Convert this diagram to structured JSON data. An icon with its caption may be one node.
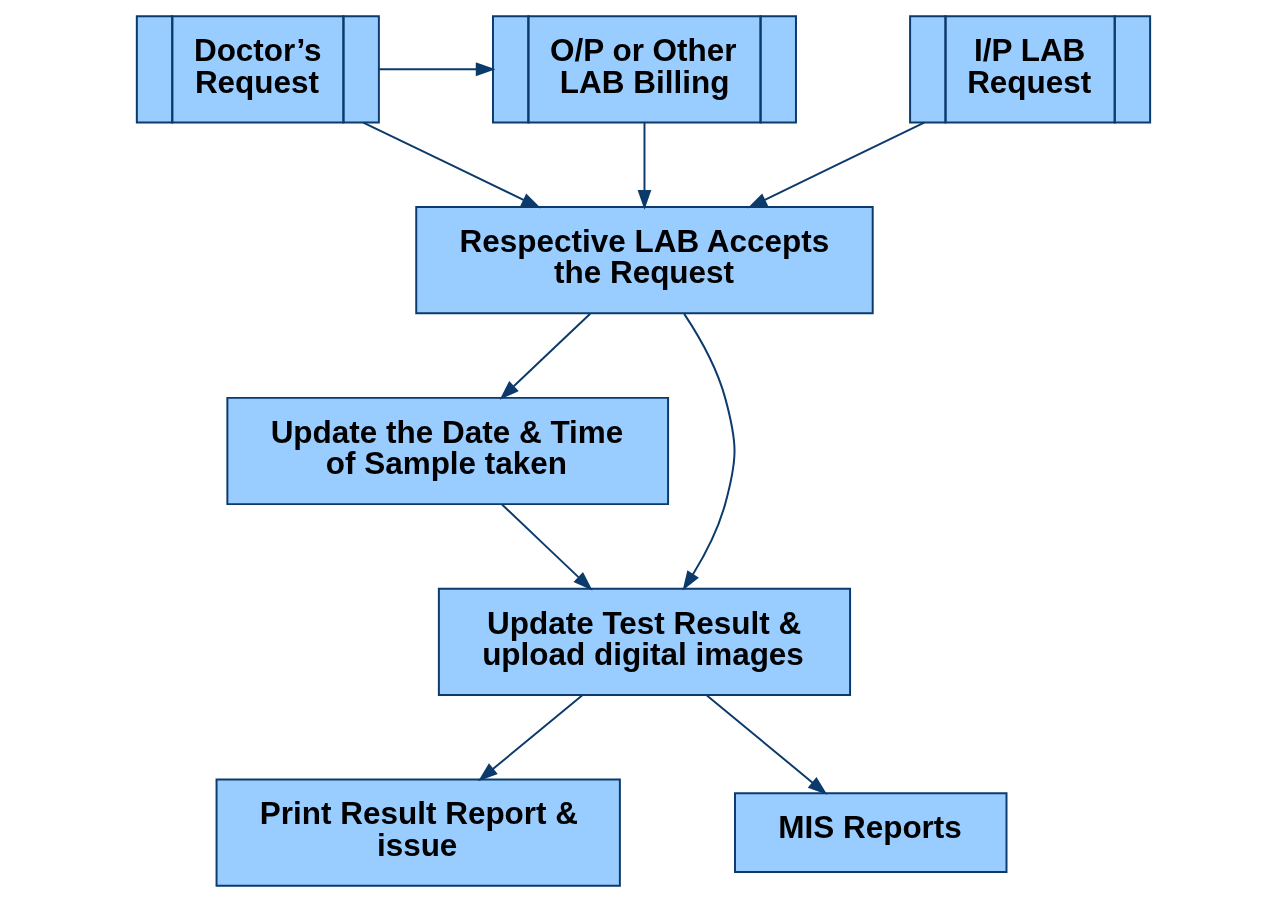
{
  "diagram": {
    "nodes": [
      {
        "text": [
          "Doctor’s Request"
        ]
      },
      {
        "text": [
          "O/P or Other LAB Billing"
        ]
      },
      {
        "text": [
          "I/P LAB Request"
        ]
      },
      {
        "text": [
          "Respective LAB Accepts the Request"
        ]
      },
      {
        "text": [
          "Update the Date & Time of Sample taken"
        ]
      },
      {
        "text": [
          "Update Test Result & upload digital images"
        ]
      },
      {
        "text": [
          "Print Result Report & issue"
        ]
      },
      {
        "text": [
          "MIS Reports"
        ]
      }
    ],
    "edges": [
      {
        "from": 0,
        "to": 1,
        "arrow": "to"
      },
      {
        "from": 0,
        "to": 3,
        "arrow": "to"
      },
      {
        "from": 1,
        "to": 3,
        "arrow": "to"
      },
      {
        "from": 2,
        "to": 3,
        "arrow": "to"
      },
      {
        "from": 3,
        "to": 4,
        "arrow": "to"
      },
      {
        "from": 3,
        "to": 5,
        "arrow": "to"
      },
      {
        "from": 4,
        "to": 5,
        "arrow": "to"
      },
      {
        "from": 5,
        "to": 6,
        "arrow": "to"
      },
      {
        "from": 5,
        "to": 7,
        "arrow": "to"
      }
    ]
  }
}
